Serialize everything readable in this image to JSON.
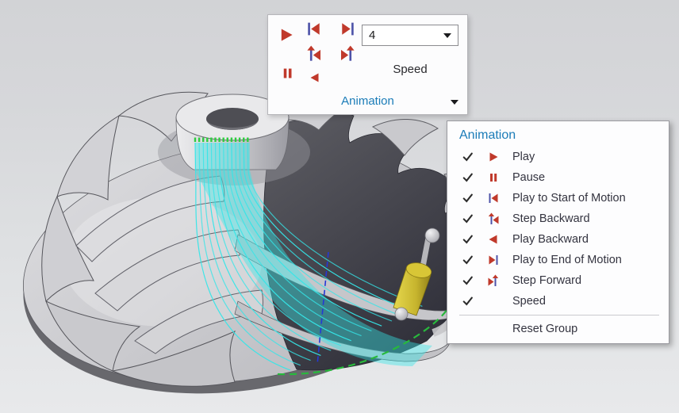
{
  "colors": {
    "accent": "#1a7cb8",
    "icon_red": "#c0392b",
    "icon_blue": "#4d52a8",
    "check": "#2b2b2b",
    "streamline": "#35e6e8",
    "seed_green": "#2ecc40",
    "axis_blue": "#2438d8",
    "rim_green": "#28b93c",
    "tool_yellow": "#d8c636"
  },
  "toolbar": {
    "group_label": "Animation",
    "speed_label": "Speed",
    "speed_value": "4",
    "buttons": [
      {
        "id": "play",
        "icon": "play"
      },
      {
        "id": "play-to-start",
        "icon": "play-to-start"
      },
      {
        "id": "play-to-end",
        "icon": "play-to-end"
      },
      {
        "id": "step-backward",
        "icon": "step-backward"
      },
      {
        "id": "step-forward",
        "icon": "step-forward"
      },
      {
        "id": "pause",
        "icon": "pause"
      },
      {
        "id": "play-backward",
        "icon": "play-backward"
      }
    ]
  },
  "menu": {
    "title": "Animation",
    "items": [
      {
        "id": "play",
        "label": "Play",
        "icon": "play",
        "checked": true
      },
      {
        "id": "pause",
        "label": "Pause",
        "icon": "pause",
        "checked": true
      },
      {
        "id": "play-to-start",
        "label": "Play to Start of Motion",
        "icon": "play-to-start",
        "checked": true
      },
      {
        "id": "step-backward",
        "label": "Step Backward",
        "icon": "step-backward",
        "checked": true
      },
      {
        "id": "play-backward",
        "label": "Play Backward",
        "icon": "play-backward",
        "checked": true
      },
      {
        "id": "play-to-end",
        "label": "Play to End of Motion",
        "icon": "play-to-end",
        "checked": true
      },
      {
        "id": "step-forward",
        "label": "Step Forward",
        "icon": "step-forward",
        "checked": true
      },
      {
        "id": "speed",
        "label": "Speed",
        "icon": "none",
        "checked": true
      }
    ],
    "reset_label": "Reset Group"
  }
}
